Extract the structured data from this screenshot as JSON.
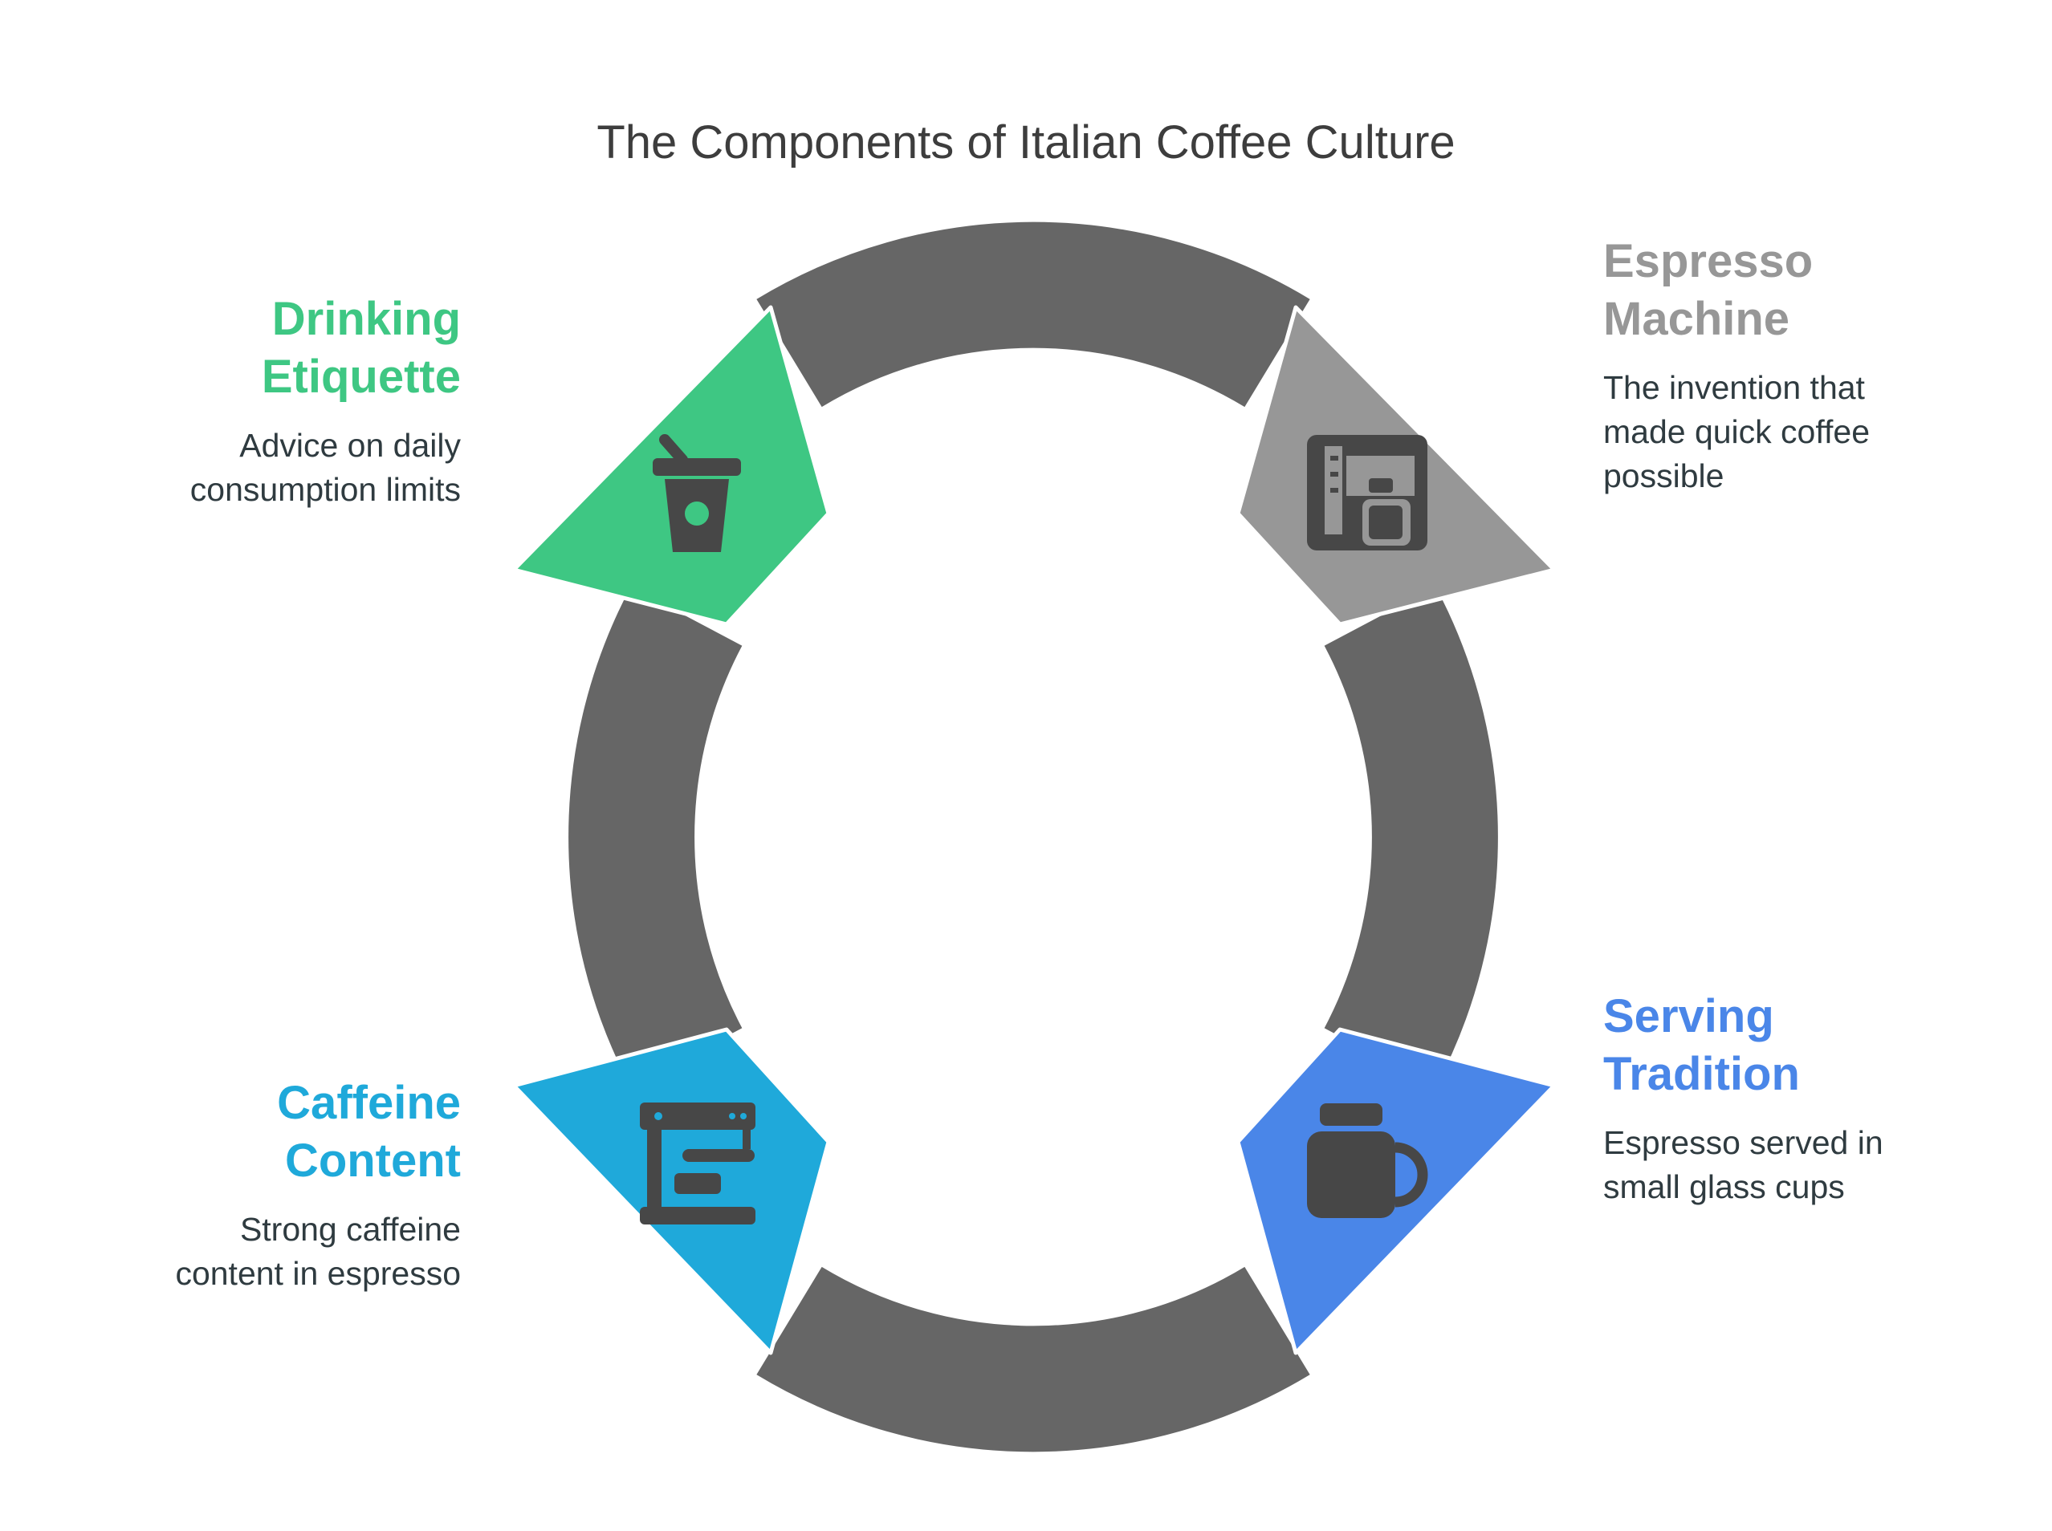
{
  "title": "The Components of Italian Coffee Culture",
  "colors": {
    "ring": "#666666",
    "drinking": "#3ec783",
    "espresso": "#979797",
    "serving": "#4a86e8",
    "caffeine": "#1fa9da",
    "icon": "#474747",
    "text": "#2f3b40"
  },
  "segments": [
    {
      "id": "drinking",
      "heading_line1": "Drinking",
      "heading_line2": "Etiquette",
      "desc_line1": "Advice on daily",
      "desc_line2": "consumption limits",
      "icon": "takeaway-cup-icon"
    },
    {
      "id": "espresso",
      "heading_line1": "Espresso",
      "heading_line2": "Machine",
      "desc_line1": "The invention that",
      "desc_line2": "made quick coffee",
      "desc_line3": "possible",
      "icon": "drip-coffee-maker-icon"
    },
    {
      "id": "serving",
      "heading_line1": "Serving",
      "heading_line2": "Tradition",
      "desc_line1": "Espresso served in",
      "desc_line2": "small glass cups",
      "icon": "mug-icon"
    },
    {
      "id": "caffeine",
      "heading_line1": "Caffeine",
      "heading_line2": "Content",
      "desc_line1": "Strong caffeine",
      "desc_line2": "content in espresso",
      "icon": "espresso-machine-icon"
    }
  ]
}
